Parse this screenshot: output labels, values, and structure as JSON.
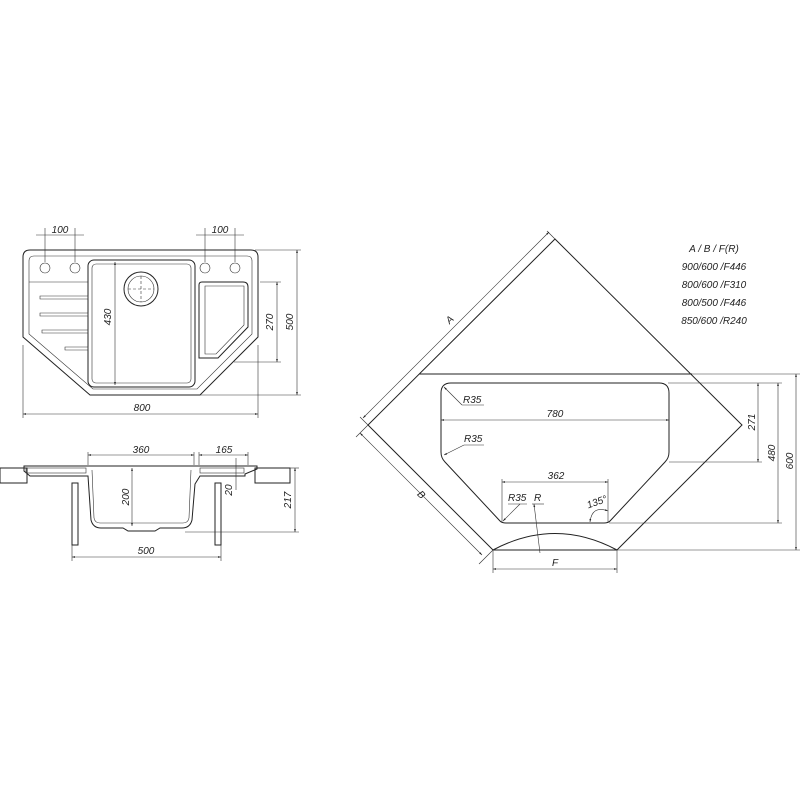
{
  "top_view": {
    "dims": {
      "left_offset": "100",
      "right_offset": "100",
      "width": "800",
      "depth": "500",
      "small_bowl": "270",
      "bowl_length": "430"
    }
  },
  "section_view": {
    "dims": {
      "bowl_width": "360",
      "ledge": "165",
      "bowl_depth": "200",
      "rim": "20",
      "total_depth": "217",
      "cabinet": "500"
    }
  },
  "cutout_view": {
    "labels": {
      "a": "A",
      "b": "B",
      "f": "F",
      "r": "R",
      "r35_1": "R35",
      "r35_2": "R35",
      "r35_3": "R35",
      "angle": "135°"
    },
    "dims": {
      "width": "780",
      "bottom": "362",
      "side": "271",
      "depth": "480",
      "total": "600"
    },
    "table": {
      "header": "A  /  B  /  F(R)",
      "rows": [
        "900/600 /F446",
        "800/600 /F310",
        "800/500 /F446",
        "850/600 /R240"
      ]
    }
  }
}
